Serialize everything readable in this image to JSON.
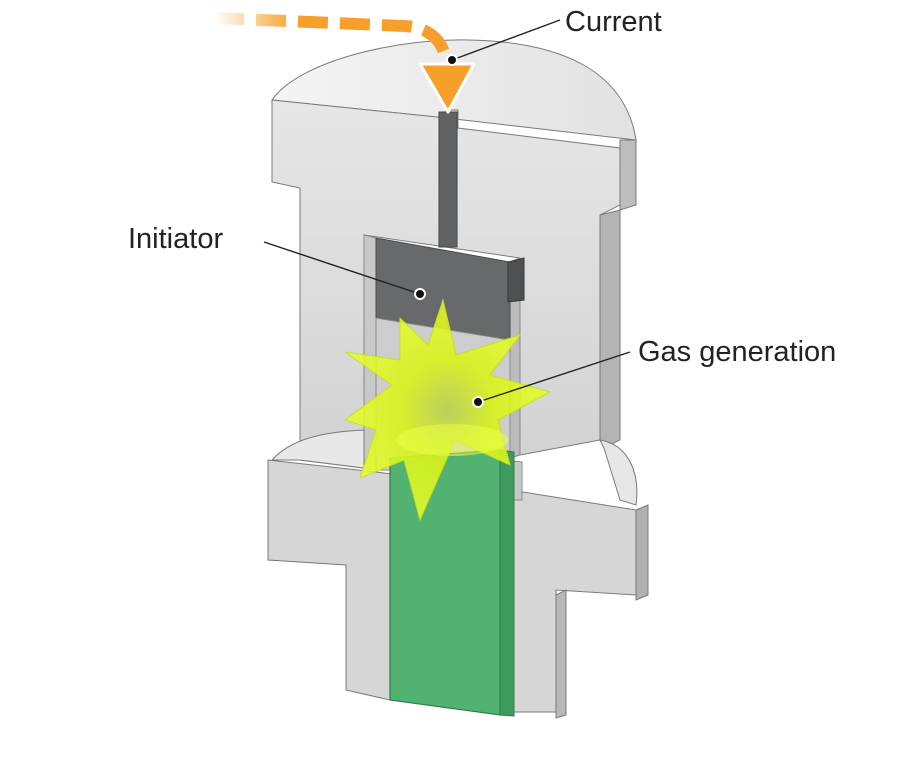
{
  "labels": {
    "current": "Current",
    "initiator": "Initiator",
    "gas_generation": "Gas generation"
  },
  "colors": {
    "housing_light": "#eeeeee",
    "housing_mid": "#d4d4d4",
    "housing_dark": "#9a9a9a",
    "cavity": "#c4c4c4",
    "initiator": "#67696b",
    "propellant": "#52b272",
    "current_arrow": "#f6a02b",
    "burst": "#d8f21a",
    "leader_line": "#222222"
  },
  "icons": {
    "current_arrow": "arrow-down-icon",
    "burst": "starburst-icon"
  }
}
